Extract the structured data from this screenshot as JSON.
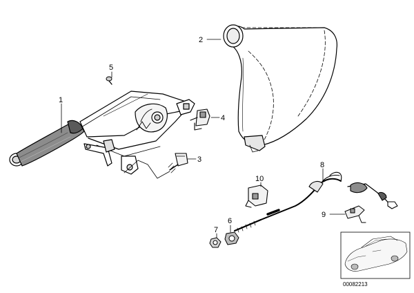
{
  "diagram": {
    "callouts": [
      {
        "id": "c1",
        "label": "1"
      },
      {
        "id": "c2",
        "label": "2"
      },
      {
        "id": "c3",
        "label": "3"
      },
      {
        "id": "c4",
        "label": "4"
      },
      {
        "id": "c5",
        "label": "5"
      },
      {
        "id": "c6",
        "label": "6"
      },
      {
        "id": "c7",
        "label": "7"
      },
      {
        "id": "c8",
        "label": "8"
      },
      {
        "id": "c9",
        "label": "9"
      },
      {
        "id": "c10",
        "label": "10"
      }
    ],
    "doc_number": "00082213"
  }
}
